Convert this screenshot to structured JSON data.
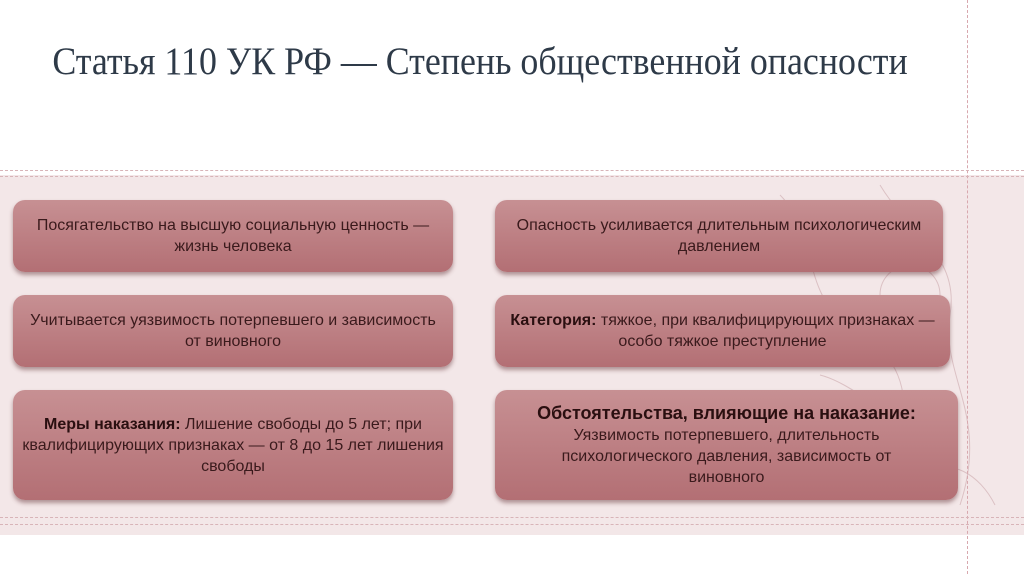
{
  "slide": {
    "title": "Статья 110 УК РФ — Степень общественной опасности",
    "boxes": [
      {
        "bold": "",
        "text": "Посягательство на высшую социальную ценность — жизнь человека"
      },
      {
        "bold": "",
        "text": "Опасность усиливается длительным психологическим давлением"
      },
      {
        "bold": "",
        "text": "Учитывается уязвимость потерпевшего и зависимость от виновного"
      },
      {
        "bold": "Категория:",
        "text": " тяжкое, при квалифицирующих признаках — особо тяжкое преступление"
      },
      {
        "bold": "Меры наказания:",
        "text": " Лишение свободы до 5 лет; при квалифицирующих признаках — от 8 до 15 лет лишения свободы"
      },
      {
        "bold": "Обстоятельства, влияющие на наказание:",
        "text": " Уязвимость потерпевшего, длительность психологического давления, зависимость от виновного"
      }
    ],
    "colors": {
      "box_top": "#c79093",
      "box_bottom": "#b36f74",
      "band": "#f3e7e8",
      "title": "#2e3a48"
    }
  }
}
